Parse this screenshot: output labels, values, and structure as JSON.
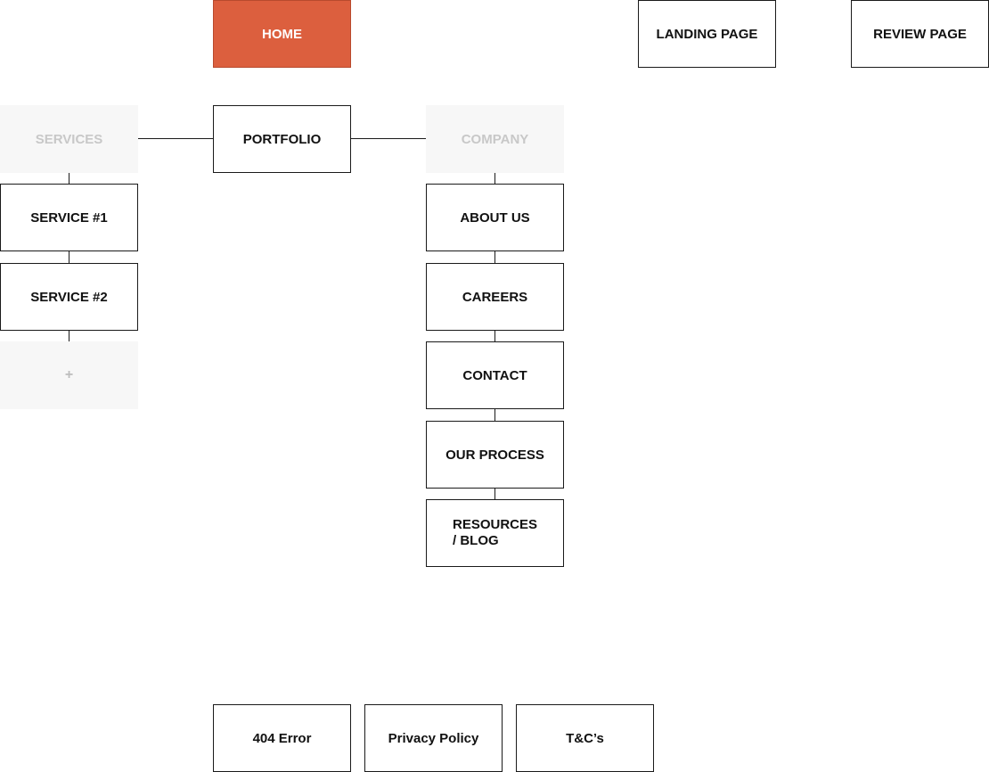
{
  "top_row": {
    "home": "HOME",
    "landing_page": "LANDING PAGE",
    "review_page": "REVIEW PAGE"
  },
  "middle_row": {
    "services": "SERVICES",
    "portfolio": "PORTFOLIO",
    "company": "COMPANY"
  },
  "services_children": {
    "service_1": "SERVICE #1",
    "service_2": "SERVICE #2",
    "add": "+"
  },
  "company_children": {
    "about_us": "ABOUT US",
    "careers": "CAREERS",
    "contact": "CONTACT",
    "our_process": "OUR PROCESS",
    "resources_line1": "RESOURCES",
    "resources_line2": "/ BLOG"
  },
  "footer_pages": {
    "error_404": "404 Error",
    "privacy_policy": "Privacy Policy",
    "terms": "T&C’s"
  },
  "colors": {
    "home_fill": "#dc5f3e",
    "border": "#1a1a1a",
    "ghost_fill": "#f7f7f7",
    "ghost_text": "#c8c8c8"
  }
}
